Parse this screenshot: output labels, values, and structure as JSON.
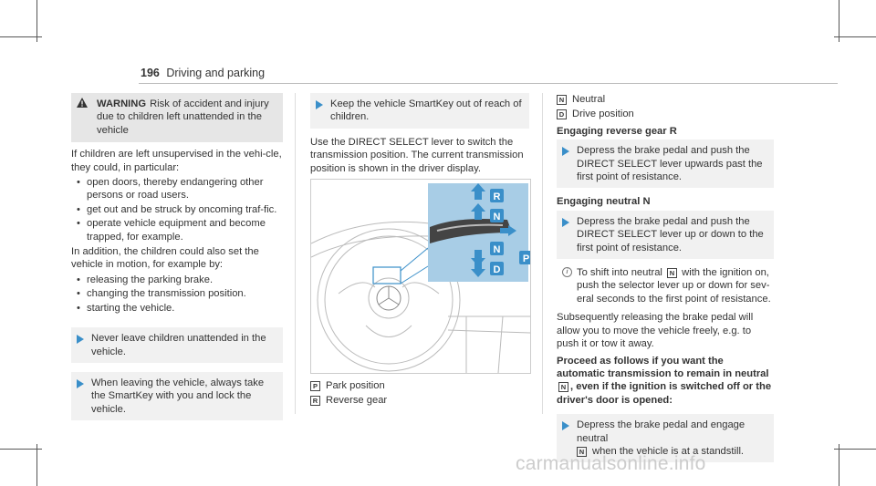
{
  "header": {
    "page_number": "196",
    "section": "Driving and parking"
  },
  "col1": {
    "warning_label": "WARNING",
    "warning_text": "Risk of accident and injury due to children left unattended in the vehicle",
    "intro": "If children are left unsupervised in the vehi-cle, they could, in particular:",
    "bullets1": [
      "open doors, thereby endangering other persons or road users.",
      "get out and be struck by oncoming traf-fic.",
      "operate vehicle equipment and become trapped, for example."
    ],
    "intro2": "In addition, the children could also set the vehicle in motion, for example by:",
    "bullets2": [
      "releasing the parking brake.",
      "changing the transmission position.",
      "starting the vehicle."
    ],
    "instr1": "Never leave children unattended in the vehicle.",
    "instr2": "When leaving the vehicle, always take the SmartKey with you and lock the vehicle."
  },
  "col2": {
    "instr_top": "Keep the vehicle SmartKey out of reach of children.",
    "intro": "Use the DIRECT SELECT lever to switch the transmission position. The current transmission position is shown in the driver display.",
    "figure_labels": {
      "r": "R",
      "n_top": "N",
      "n_bot": "N",
      "d": "D",
      "p": "P"
    },
    "legend": [
      {
        "glyph": "P",
        "text": "Park position"
      },
      {
        "glyph": "R",
        "text": "Reverse gear"
      }
    ]
  },
  "col3": {
    "legend": [
      {
        "glyph": "N",
        "text": "Neutral"
      },
      {
        "glyph": "D",
        "text": "Drive position"
      }
    ],
    "h1": "Engaging reverse gear R",
    "instr1": "Depress the brake pedal and push the DIRECT SELECT lever upwards past the first point of resistance.",
    "h2": "Engaging neutral N",
    "instr2": "Depress the brake pedal and push the DIRECT SELECT lever up or down to the first point of resistance.",
    "note_pre": "To shift into neutral",
    "note_glyph": "N",
    "note_post": "with the ignition on, push the selector lever up or down for sev-eral seconds to the first point of resistance.",
    "para": "Subsequently releasing the brake pedal will allow you to move the vehicle freely, e.g. to push it or tow it away.",
    "h3_pre": "Proceed as follows if you want the automatic transmission to remain in neutral",
    "h3_glyph": "N",
    "h3_post": ", even if the ignition is switched off or the driver's door is opened:",
    "instr3_pre": "Depress the brake pedal and engage neutral",
    "instr3_glyph": "N",
    "instr3_post": "when the vehicle is at a standstill."
  },
  "watermark": "carmanualsonline.info",
  "colors": {
    "arrow": "#3a8fc9",
    "panel": "#a8cde6",
    "warning_bg": "#e6e6e6"
  }
}
